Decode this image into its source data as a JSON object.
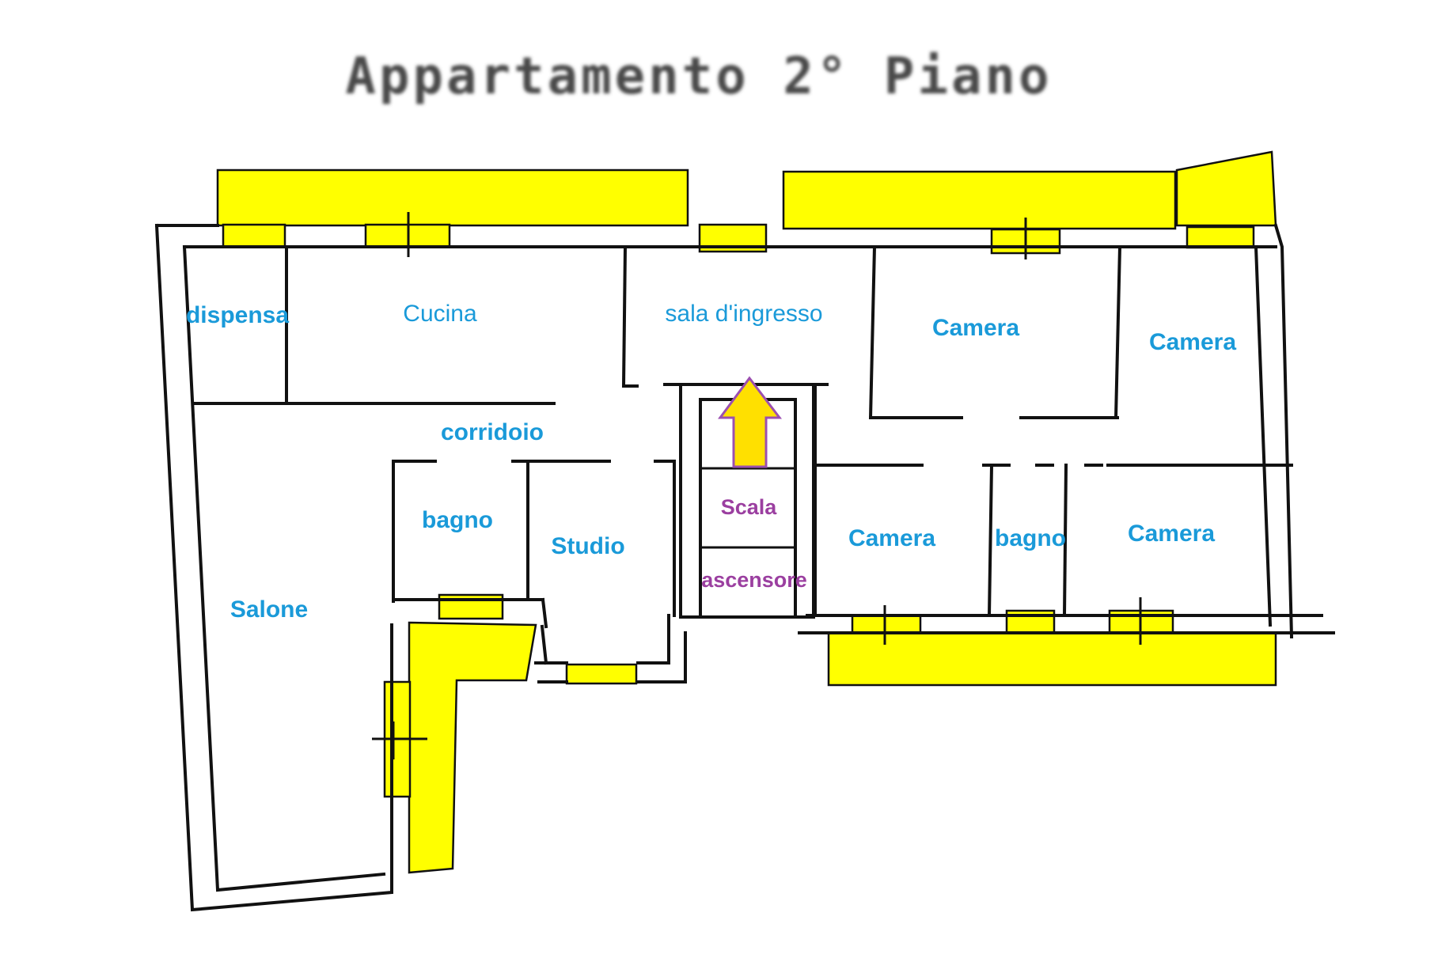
{
  "title": "Appartamento 2° Piano",
  "colors": {
    "balcony": "#ffff00",
    "room_label": "#1a9ad9",
    "stair_label": "#9b3fa0",
    "arrow_fill": "#ffe000",
    "arrow_stroke": "#9b4fb0",
    "wall": "#111111",
    "title": "#4a4a4a"
  },
  "rooms": {
    "dispensa": "dispensa",
    "cucina": "Cucina",
    "sala_ingresso": "sala d'ingresso",
    "camera_1": "Camera",
    "camera_2": "Camera",
    "corridoio": "corridoio",
    "bagno_1": "bagno",
    "studio": "Studio",
    "salone": "Salone",
    "camera_3": "Camera",
    "bagno_2": "bagno",
    "camera_4": "Camera"
  },
  "stairwell": {
    "scala": "Scala",
    "ascensore": "ascensore"
  },
  "icons": {
    "entrance": "arrow-up-icon"
  }
}
